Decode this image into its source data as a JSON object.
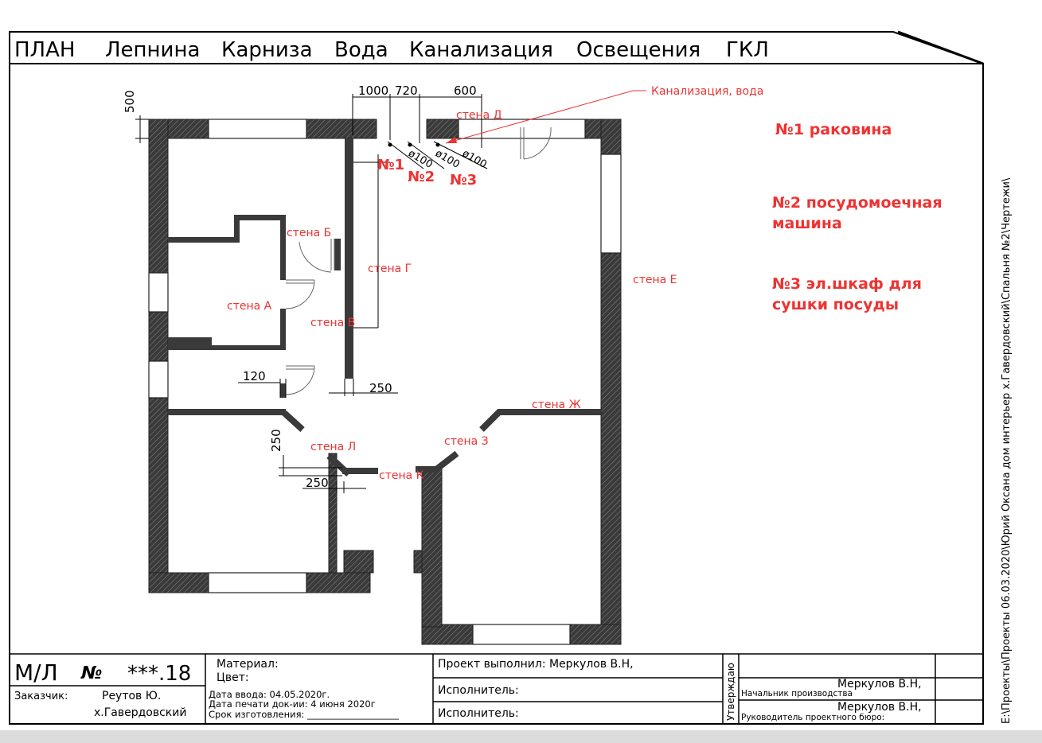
{
  "header": {
    "tabs": [
      "ПЛАН",
      "Лепнина",
      "Карниза",
      "Вода",
      "Канализация",
      "Освещения",
      "ГКЛ"
    ]
  },
  "side_path": "E:\\Проекты\\Проекты 06.03.2020\\Юрий Оксана дом интерьер х.Гавердовский\\Спальня №2\\Чертежи\\",
  "callout": "Канализация, вода",
  "legend": [
    {
      "line1": "№1 раковина",
      "line2": ""
    },
    {
      "line1": "№2 посудомоечная",
      "line2": "машина"
    },
    {
      "line1": "№3 эл.шкаф для",
      "line2": "сушки посуды"
    }
  ],
  "markers": [
    "№1",
    "№2",
    "№3"
  ],
  "pipes": [
    "ø100",
    "ø100",
    "ø100"
  ],
  "walls": {
    "a": "стена А",
    "b": "стена Б",
    "v": "стена В",
    "g": "стена Г",
    "d": "стена Д",
    "e": "стена Е",
    "zh": "стена Ж",
    "z": "стена З",
    "k": "стена К",
    "l": "стена Л"
  },
  "dims": {
    "d1000": "1000",
    "d720": "720",
    "d600": "600",
    "d500": "500",
    "d120": "120",
    "d250a": "250",
    "d250b": "250",
    "d250c": "250"
  },
  "title_block": {
    "ml": "М/Л",
    "no": "№",
    "code": "***.18",
    "customer_label": "Заказчик:",
    "customer_name": "Реутов Ю.",
    "customer_place": "х.Гавердовский",
    "material": "Материал:",
    "color": "Цвет:",
    "date_in": "Дата ввода: 04.05.2020г.",
    "date_print": "Дата печати док-ии: 4 июня 2020г",
    "deadline": "Срок изготовления: ____________________",
    "project_by": "Проект выполнил: Меркулов В.Н,",
    "executor1": "Исполнитель:",
    "executor2": "Исполнитель:",
    "approved": "Утверждаю",
    "person1": "Меркулов В.Н,",
    "role1": "Начальник производства",
    "person2": "Меркулов В.Н,",
    "role2": "Руководитель проектного бюро:"
  }
}
